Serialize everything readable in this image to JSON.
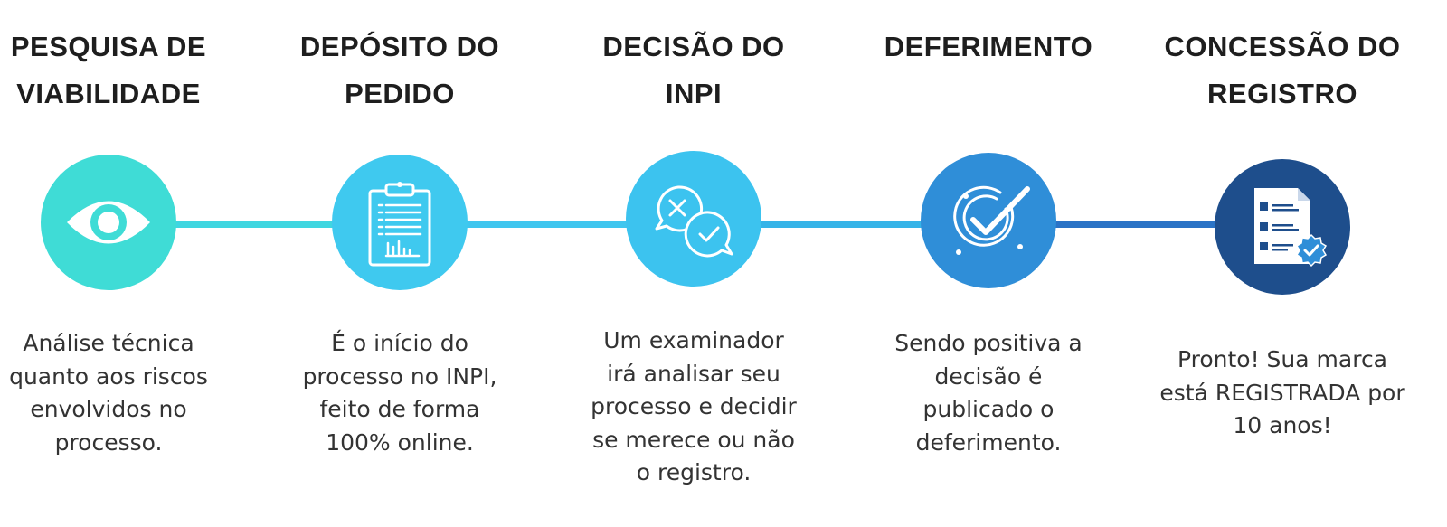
{
  "colors": {
    "step1": "#3fdcd6",
    "step2": "#3fc9ef",
    "step3": "#3cc3ef",
    "step4": "#2f8ed8",
    "step5": "#1e4e8c",
    "connector1": "#3fd6e0",
    "connector2": "#3fc6ef",
    "connector3": "#36b4e8",
    "connector4": "#2a73c6"
  },
  "steps": [
    {
      "title": [
        "PESQUISA DE",
        "VIABILIDADE"
      ],
      "icon": "eye-icon",
      "description": [
        "Análise técnica",
        "quanto aos riscos",
        "envolvidos no",
        "processo."
      ]
    },
    {
      "title": [
        "DEPÓSITO DO",
        "PEDIDO"
      ],
      "icon": "clipboard-icon",
      "description": [
        "É o início do",
        "processo no INPI,",
        "feito de forma",
        "100% online."
      ]
    },
    {
      "title": [
        "DECISÃO DO",
        "INPI"
      ],
      "icon": "decision-bubbles-icon",
      "description": [
        "Um examinador",
        "irá analisar seu",
        "processo e decidir",
        "se merece ou não",
        "o registro."
      ]
    },
    {
      "title": [
        "DEFERIMENTO"
      ],
      "icon": "approved-check-icon",
      "description": [
        "Sendo positiva a",
        "decisão é",
        "publicado o",
        "deferimento."
      ]
    },
    {
      "title": [
        "CONCESSÃO DO",
        "REGISTRO"
      ],
      "icon": "certified-document-icon",
      "description": [
        "Pronto! Sua marca",
        "está REGISTRADA por",
        "10 anos!"
      ]
    }
  ]
}
